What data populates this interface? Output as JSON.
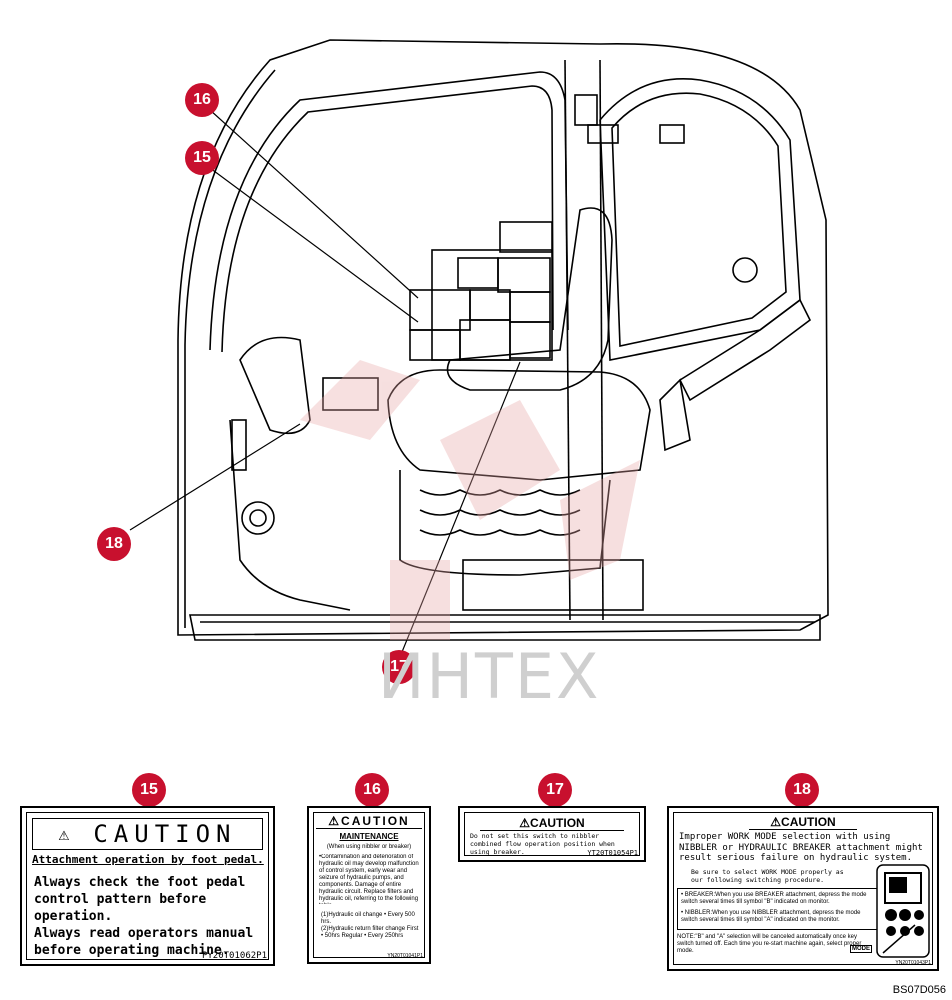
{
  "callouts": {
    "c15": "15",
    "c16": "16",
    "c17": "17",
    "c18": "18"
  },
  "watermark": "ИНТЕХ",
  "figure_code": "BS07D056",
  "decal15": {
    "title": "CAUTION",
    "subtitle": "Attachment operation by foot pedal.",
    "lines": [
      "Always check the foot pedal",
      "control pattern before",
      "operation.",
      "Always read operators manual",
      "before operating machine."
    ],
    "part_no": "PY20T01062P1"
  },
  "decal16": {
    "title": "CAUTION",
    "heading": "MAINTENANCE",
    "note": "(When using nibbler or breaker)",
    "body": "•Contamination and deterioration of hydraulic oil may develop malfunction of control system, early wear and seizure of hydraulic pumps, and components. Damage of entire hydraulic circuit. Replace filters and hydraulic oil, referring to the following table.",
    "item1": "(1)Hydraulic oil change • Every 500 hrs.",
    "item2": "(2)Hydraulic return filter change First • 50hrs Regular • Every 250hrs",
    "part_no": "YN20T01041P1"
  },
  "decal17": {
    "title": "CAUTION",
    "text": "Do not set this switch to nibbler combined flow operation position when using breaker.",
    "part_no": "YT20T01054P1"
  },
  "decal18": {
    "title": "CAUTION",
    "line1": "Improper WORK MODE selection with using",
    "line2": "NIBBLER or HYDRAULIC BREAKER attachment might",
    "line3": "result serious failure on hydraulic system.",
    "line4": "Be sure to select WORK MODE properly as",
    "line5": "our following switching procedure.",
    "breaker": "• BREAKER:When you use BREAKER attachment, depress the mode switch several times till symbol \"B\" indicated on monitor.",
    "nibbler": "• NIBBLER:When you use NIBBLER attachment, depress the mode switch several times till symbol \"A\" indicated on the monitor.",
    "note": "NOTE:\"B\" and \"A\" selection will be canceled automatically once key switch turned off. Each time you re-start machine again, select proper mode.",
    "mode": "MODE",
    "part_no": "YN20T01043P1"
  }
}
